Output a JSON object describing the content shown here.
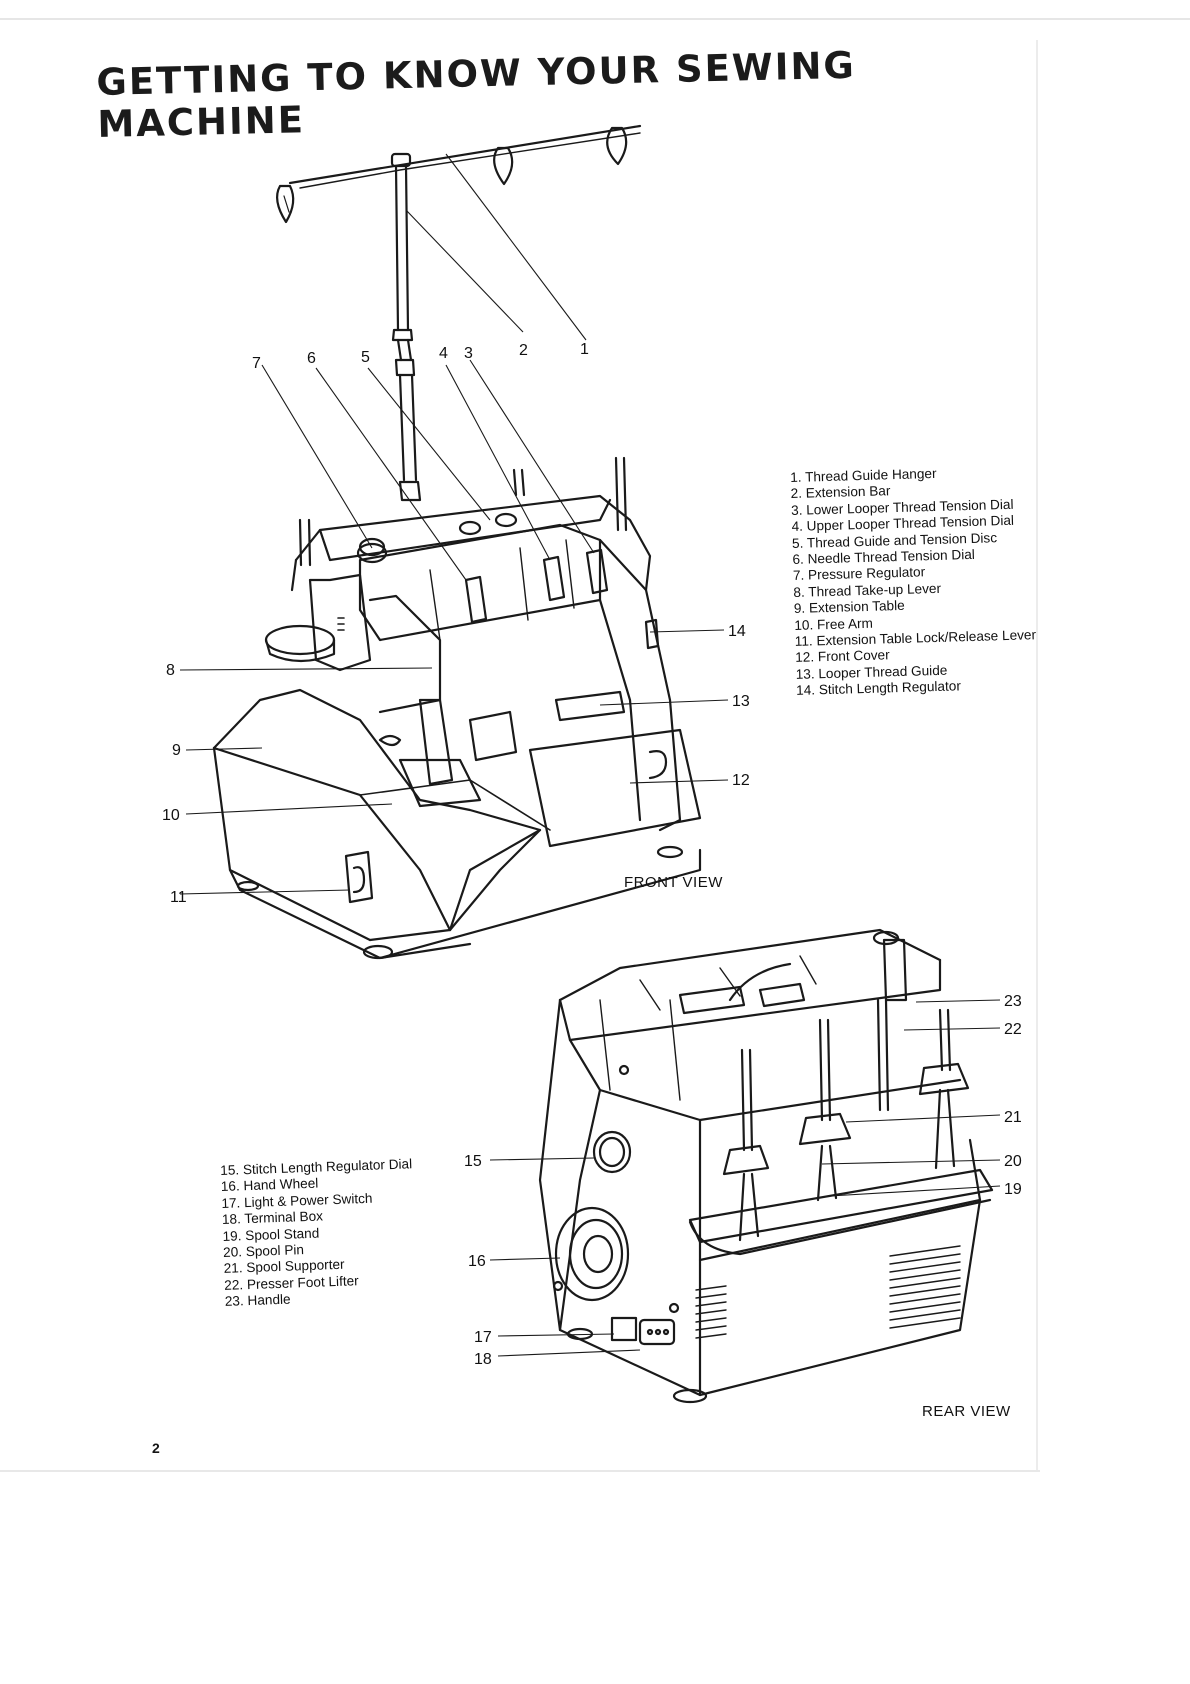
{
  "title": {
    "line1": "GETTING TO KNOW YOUR SEWING",
    "line2": "MACHINE"
  },
  "front_view": {
    "label": "FRONT VIEW",
    "parts": [
      "1. Thread Guide Hanger",
      "2. Extension Bar",
      "3. Lower Looper Thread Tension Dial",
      "4. Upper Looper Thread Tension Dial",
      "5. Thread Guide and Tension Disc",
      "6. Needle Thread Tension Dial",
      "7. Pressure Regulator",
      "8. Thread Take-up Lever",
      "9. Extension Table",
      "10. Free Arm",
      "11. Extension Table Lock/Release Lever",
      "12. Front Cover",
      "13. Looper Thread Guide",
      "14. Stitch Length Regulator"
    ],
    "callouts": [
      "1",
      "2",
      "3",
      "4",
      "5",
      "6",
      "7",
      "8",
      "9",
      "10",
      "11",
      "12",
      "13",
      "14"
    ]
  },
  "rear_view": {
    "label": "REAR VIEW",
    "parts": [
      "15. Stitch Length Regulator Dial",
      "16. Hand Wheel",
      "17. Light & Power Switch",
      "18. Terminal Box",
      "19. Spool Stand",
      "20. Spool Pin",
      "21. Spool Supporter",
      "22. Presser Foot Lifter",
      "23. Handle"
    ],
    "callouts": [
      "15",
      "16",
      "17",
      "18",
      "19",
      "20",
      "21",
      "22",
      "23"
    ]
  },
  "page_number": "2"
}
